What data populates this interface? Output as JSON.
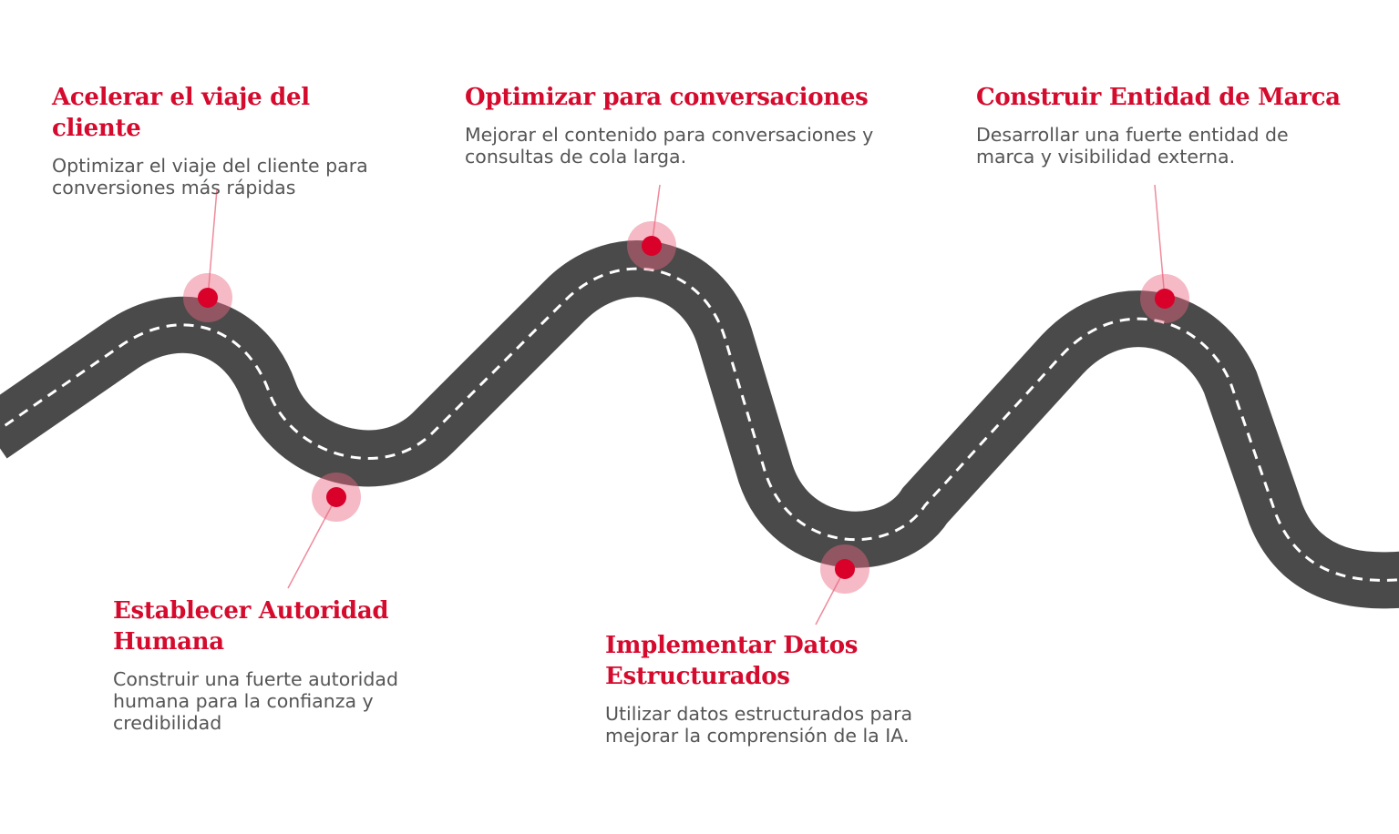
{
  "colors": {
    "accent": "#d9002a",
    "halo": "#e8677f",
    "road": "#4a4a4a",
    "heading": "#d50b2e",
    "body_text": "#555555"
  },
  "milestones": [
    {
      "title": "Acelerar el viaje del cliente",
      "description": "Optimizar el viaje del cliente para conversiones más rápidas"
    },
    {
      "title": "Establecer Autoridad Humana",
      "description": "Construir una fuerte autoridad humana para la confianza y credibilidad"
    },
    {
      "title": "Optimizar para conversaciones",
      "description": "Mejorar el contenido para conversaciones y consultas de cola larga."
    },
    {
      "title": "Implementar Datos Estructurados",
      "description": "Utilizar datos estructurados para mejorar la comprensión de la IA."
    },
    {
      "title": "Construir Entidad de Marca",
      "description": "Desarrollar una fuerte entidad de marca y visibilidad externa."
    }
  ]
}
